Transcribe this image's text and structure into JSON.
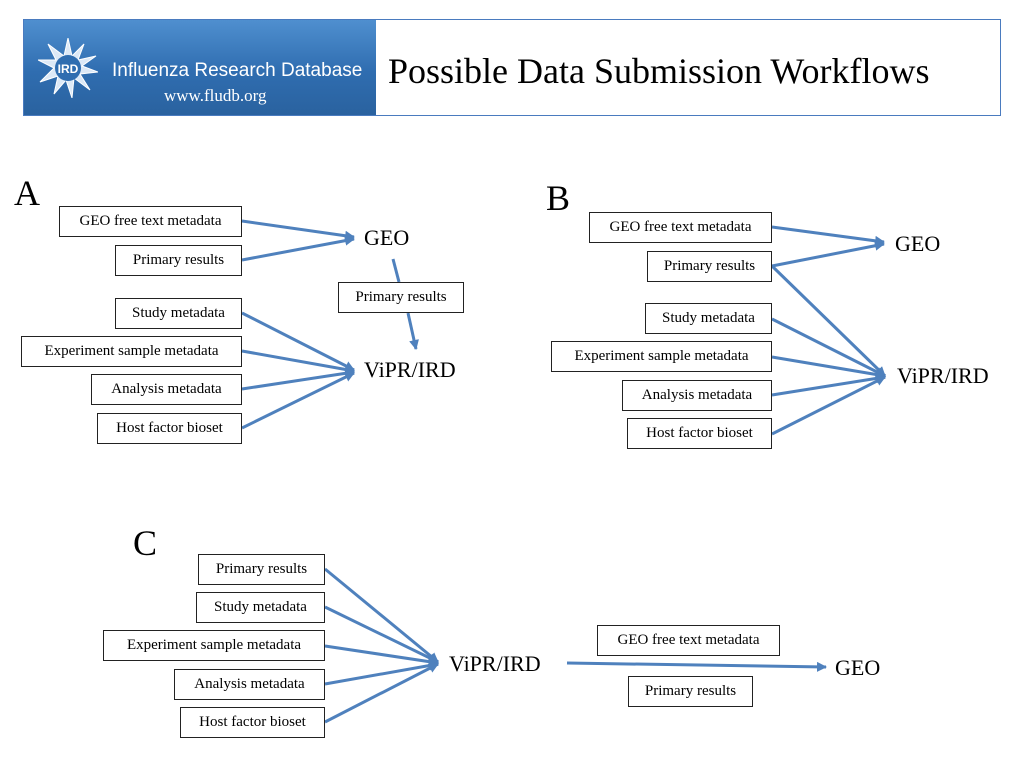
{
  "header": {
    "banner_title": "Influenza Research Database",
    "banner_url": "www.fludb.org",
    "logo_text": "IRD",
    "page_title": "Possible Data Submission Workflows"
  },
  "colors": {
    "arrow": "#4f81bd",
    "banner": "#2f6db0"
  },
  "sections": {
    "A": {
      "letter": "A",
      "boxes": [
        "GEO free text metadata",
        "Primary results",
        "Study metadata",
        "Experiment sample metadata",
        "Analysis metadata",
        "Host factor bioset"
      ],
      "geo": "GEO",
      "vipr": "ViPR/IRD",
      "link_box": "Primary results"
    },
    "B": {
      "letter": "B",
      "boxes": [
        "GEO free text metadata",
        "Primary results",
        "Study metadata",
        "Experiment sample metadata",
        "Analysis metadata",
        "Host factor bioset"
      ],
      "geo": "GEO",
      "vipr": "ViPR/IRD"
    },
    "C": {
      "letter": "C",
      "boxes": [
        "Primary results",
        "Study metadata",
        "Experiment sample metadata",
        "Analysis metadata",
        "Host factor bioset"
      ],
      "vipr": "ViPR/IRD",
      "geo": "GEO",
      "link_boxes": [
        "GEO free text metadata",
        "Primary results"
      ]
    }
  }
}
